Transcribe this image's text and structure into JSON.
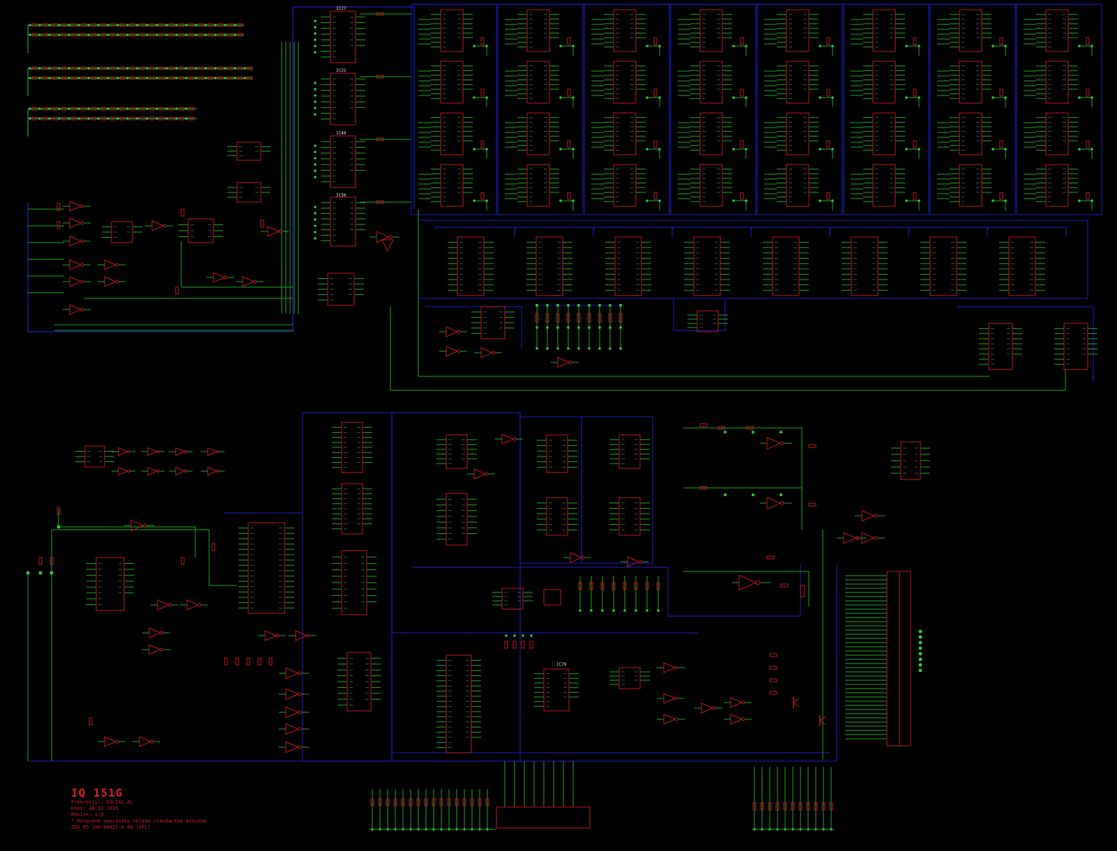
{
  "colors": {
    "background": "#000000",
    "wire": "#22aa22",
    "bus": "#1a1aa8",
    "part": "#c01a22",
    "junction": "#2ecc40",
    "label": "#e6e6e6"
  },
  "ic_labels": {
    "top_decoders": [
      "IC27",
      "IC31",
      "IC49",
      "IC50"
    ],
    "lower_counter": "IC79"
  },
  "title_block": {
    "title": "IQ 151G",
    "line1": "Prekreslil: EOLIAS.AL",
    "line2": "Dnes: 30.12.2015",
    "line3": "Revize: 1.0",
    "line4": "* Oznacene soucastky nejsou standartne osazene",
    "line5": "ZRA 85 100-00425-0 04 (GFL)"
  }
}
